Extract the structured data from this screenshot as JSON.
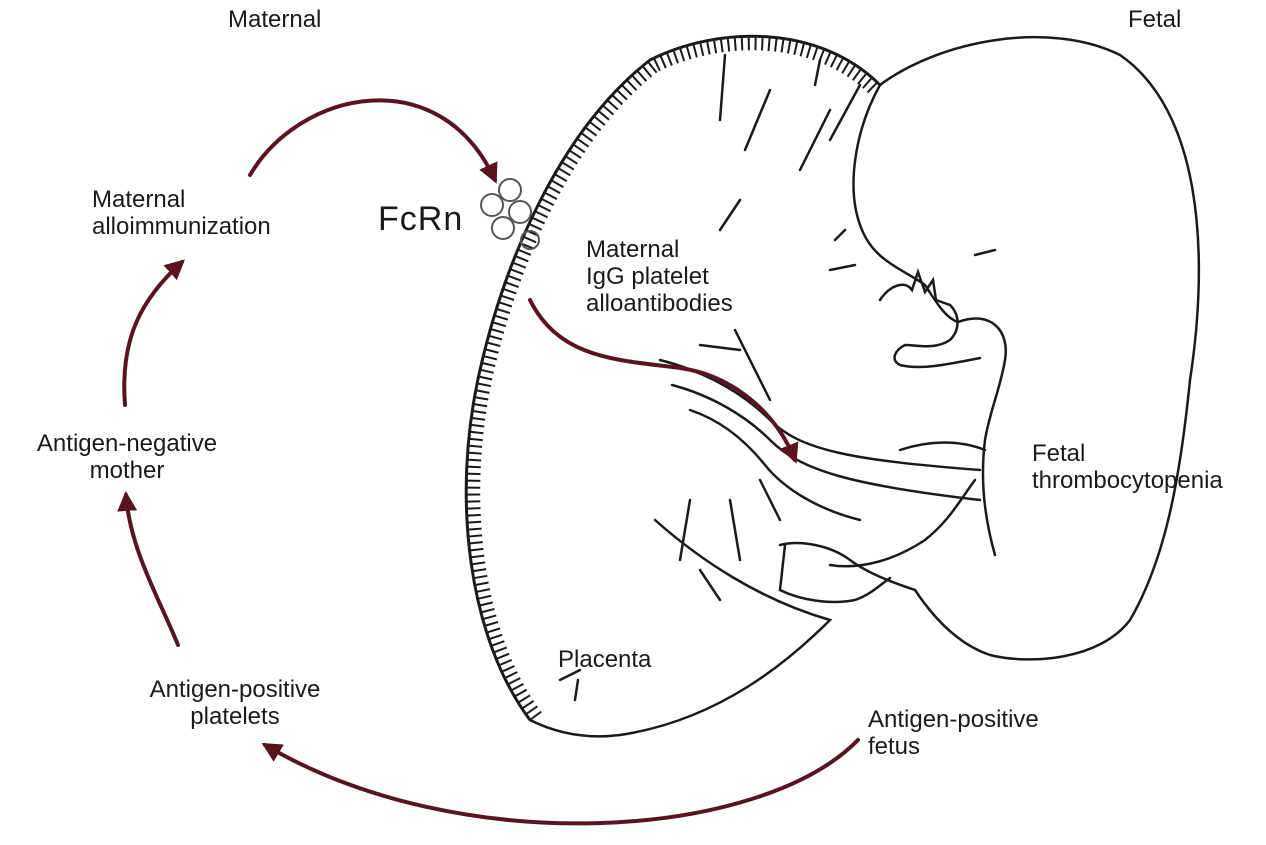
{
  "labels": {
    "maternal": "Maternal",
    "fetal": "Fetal",
    "maternal_alloimmunization_1": "Maternal",
    "maternal_alloimmunization_2": "alloimmunization",
    "fcrn": "FcRn",
    "igg_1": "Maternal",
    "igg_2": "IgG platelet",
    "igg_3": "alloantibodies",
    "antigen_negative_1": "Antigen-negative",
    "antigen_negative_2": "mother",
    "fetal_thrombo_1": "Fetal",
    "fetal_thrombo_2": "thrombocytopenia",
    "placenta": "Placenta",
    "antigen_positive_platelets_1": "Antigen-positive",
    "antigen_positive_platelets_2": "platelets",
    "antigen_positive_fetus_1": "Antigen-positive",
    "antigen_positive_fetus_2": "fetus"
  },
  "colors": {
    "arrow": "#5a1420",
    "line": "#1a1a1a"
  }
}
